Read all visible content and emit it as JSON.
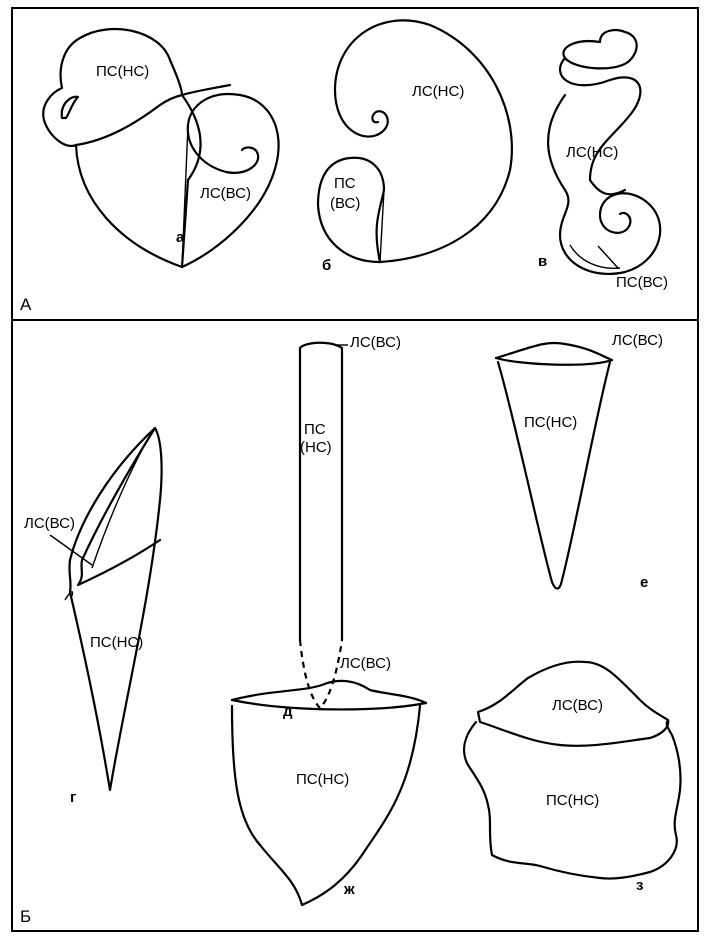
{
  "figure": {
    "panel_a": {
      "letter": "А",
      "shells": {
        "a": {
          "letter": "а",
          "label_1": "ПС(НС)",
          "label_2": "ЛС(ВС)"
        },
        "b": {
          "letter": "б",
          "label_1": "ЛС(НС)",
          "label_2a": "ПС",
          "label_2b": "(ВС)"
        },
        "v": {
          "letter": "в",
          "label_1": "ЛС(НС)",
          "label_2": "ПС(ВС)"
        }
      }
    },
    "panel_b": {
      "letter": "Б",
      "shells": {
        "g": {
          "letter": "г",
          "label_1": "ЛС(ВС)",
          "label_2": "ПС(НС)"
        },
        "d": {
          "letter": "д",
          "label_1": "ЛС(ВС)",
          "label_2a": "ПС",
          "label_2b": "(НС)"
        },
        "e": {
          "letter": "е",
          "label_1": "ЛС(ВС)",
          "label_2": "ПС(НС)"
        },
        "zh": {
          "letter": "ж",
          "label_1": "ЛС(ВС)",
          "label_2": "ПС(НС)"
        },
        "z": {
          "letter": "з",
          "label_1": "ЛС(ВС)",
          "label_2": "ПС(НС)"
        }
      }
    }
  }
}
